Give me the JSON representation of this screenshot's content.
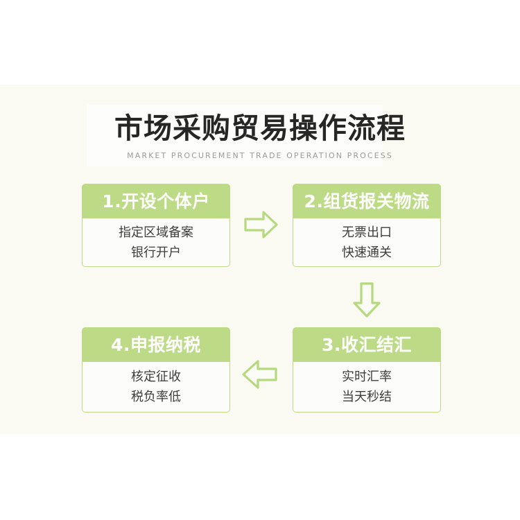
{
  "theme": {
    "accent_green": "#bddb87",
    "page_background": "#ffffff",
    "panel_background": "#faf9f2",
    "title_color": "#262626",
    "subtitle_color": "#9b9b9b",
    "body_text_color": "#3d3d3d"
  },
  "header": {
    "title": "市场采购贸易操作流程",
    "subtitle": "MARKET PROCUREMENT TRADE OPERATION PROCESS"
  },
  "steps": [
    {
      "id": "step-1",
      "heading": "1.开设个体户",
      "lines": [
        "指定区域备案",
        "银行开户"
      ]
    },
    {
      "id": "step-2",
      "heading": "2.组货报关物流",
      "lines": [
        "无票出口",
        "快速通关"
      ]
    },
    {
      "id": "step-3",
      "heading": "3.收汇结汇",
      "lines": [
        "实时汇率",
        "当天秒结"
      ]
    },
    {
      "id": "step-4",
      "heading": "4.申报纳税",
      "lines": [
        "核定征收",
        "税负率低"
      ]
    }
  ],
  "connectors": [
    {
      "id": "connector-1-to-2",
      "direction": "right"
    },
    {
      "id": "connector-2-to-3",
      "direction": "down"
    },
    {
      "id": "connector-3-to-4",
      "direction": "left"
    }
  ]
}
